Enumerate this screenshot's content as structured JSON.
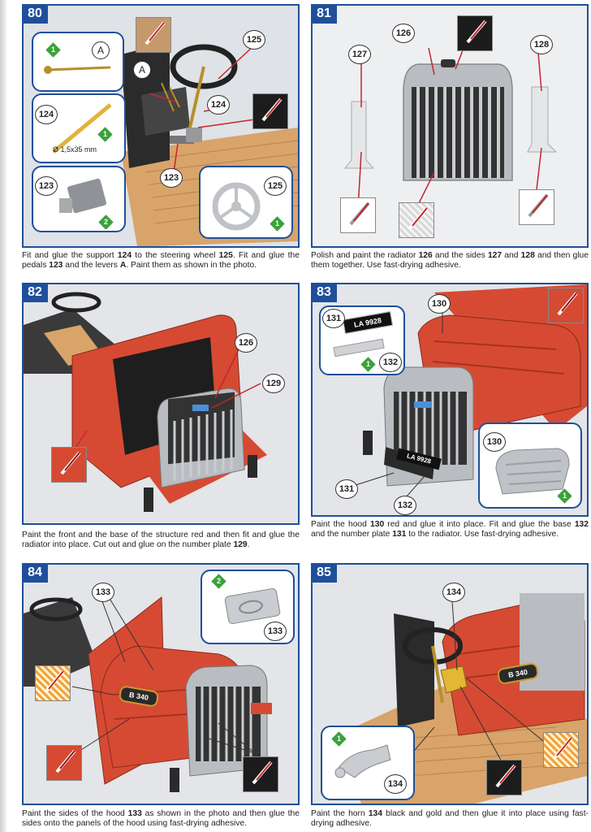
{
  "steps": [
    {
      "number": "80",
      "caption_parts": [
        "Fit and glue the support ",
        "124",
        " to the steering wheel ",
        "125",
        ". Fit and glue the pedals ",
        "123",
        " and the levers ",
        "A",
        ". Paint them as shown in the photo."
      ],
      "labels": {
        "p125a": "125",
        "pA1": "A",
        "pA2": "A",
        "p124a": "124",
        "p124b": "124",
        "p123a": "123",
        "p123b": "123",
        "p125b": "125"
      },
      "dimension": "Ø 1,5x35 mm",
      "qty": [
        "1",
        "1",
        "2",
        "1"
      ]
    },
    {
      "number": "81",
      "caption_parts": [
        "Polish and paint the radiator ",
        "126",
        " and the sides ",
        "127",
        " and ",
        "128",
        " and then glue them together. Use fast-drying adhesive."
      ],
      "labels": {
        "p126": "126",
        "p127": "127",
        "p128": "128"
      }
    },
    {
      "number": "82",
      "caption_parts": [
        "Paint the front and the base of the structure red and then fit and glue the radiator into place. Cut out and glue on the number plate ",
        "129",
        "."
      ],
      "labels": {
        "p126": "126",
        "p129": "129"
      }
    },
    {
      "number": "83",
      "caption_parts": [
        "Paint the hood ",
        "130",
        " red and glue it into place. Fit and glue the base ",
        "132",
        " and the number plate ",
        "131",
        " to the radiator. Use fast-drying adhesive."
      ],
      "labels": {
        "p131a": "131",
        "p132a": "132",
        "p130a": "130",
        "p130b": "130",
        "p131b": "131",
        "p132b": "132"
      },
      "plate_text": "LA 9928",
      "qty": [
        "1",
        "1"
      ]
    },
    {
      "number": "84",
      "caption_parts": [
        "Paint the sides of the hood ",
        "133",
        " as shown in the photo and then glue the sides onto the panels of the hood using fast-drying adhesive."
      ],
      "labels": {
        "p133a": "133",
        "p133b": "133"
      },
      "hood_plate": "B 340",
      "qty": [
        "2"
      ]
    },
    {
      "number": "85",
      "caption_parts": [
        "Paint the horn ",
        "134",
        " black and gold and then glue it into place using fast-drying adhesive."
      ],
      "labels": {
        "p134a": "134",
        "p134b": "134"
      },
      "hood_plate": "B 340",
      "qty": [
        "1"
      ]
    }
  ],
  "colors": {
    "frame": "#1f4f9a",
    "red": "#d64a33",
    "wood": "#d8a46a",
    "silver": "#c9ccd0",
    "qty": "#3aa23a"
  }
}
